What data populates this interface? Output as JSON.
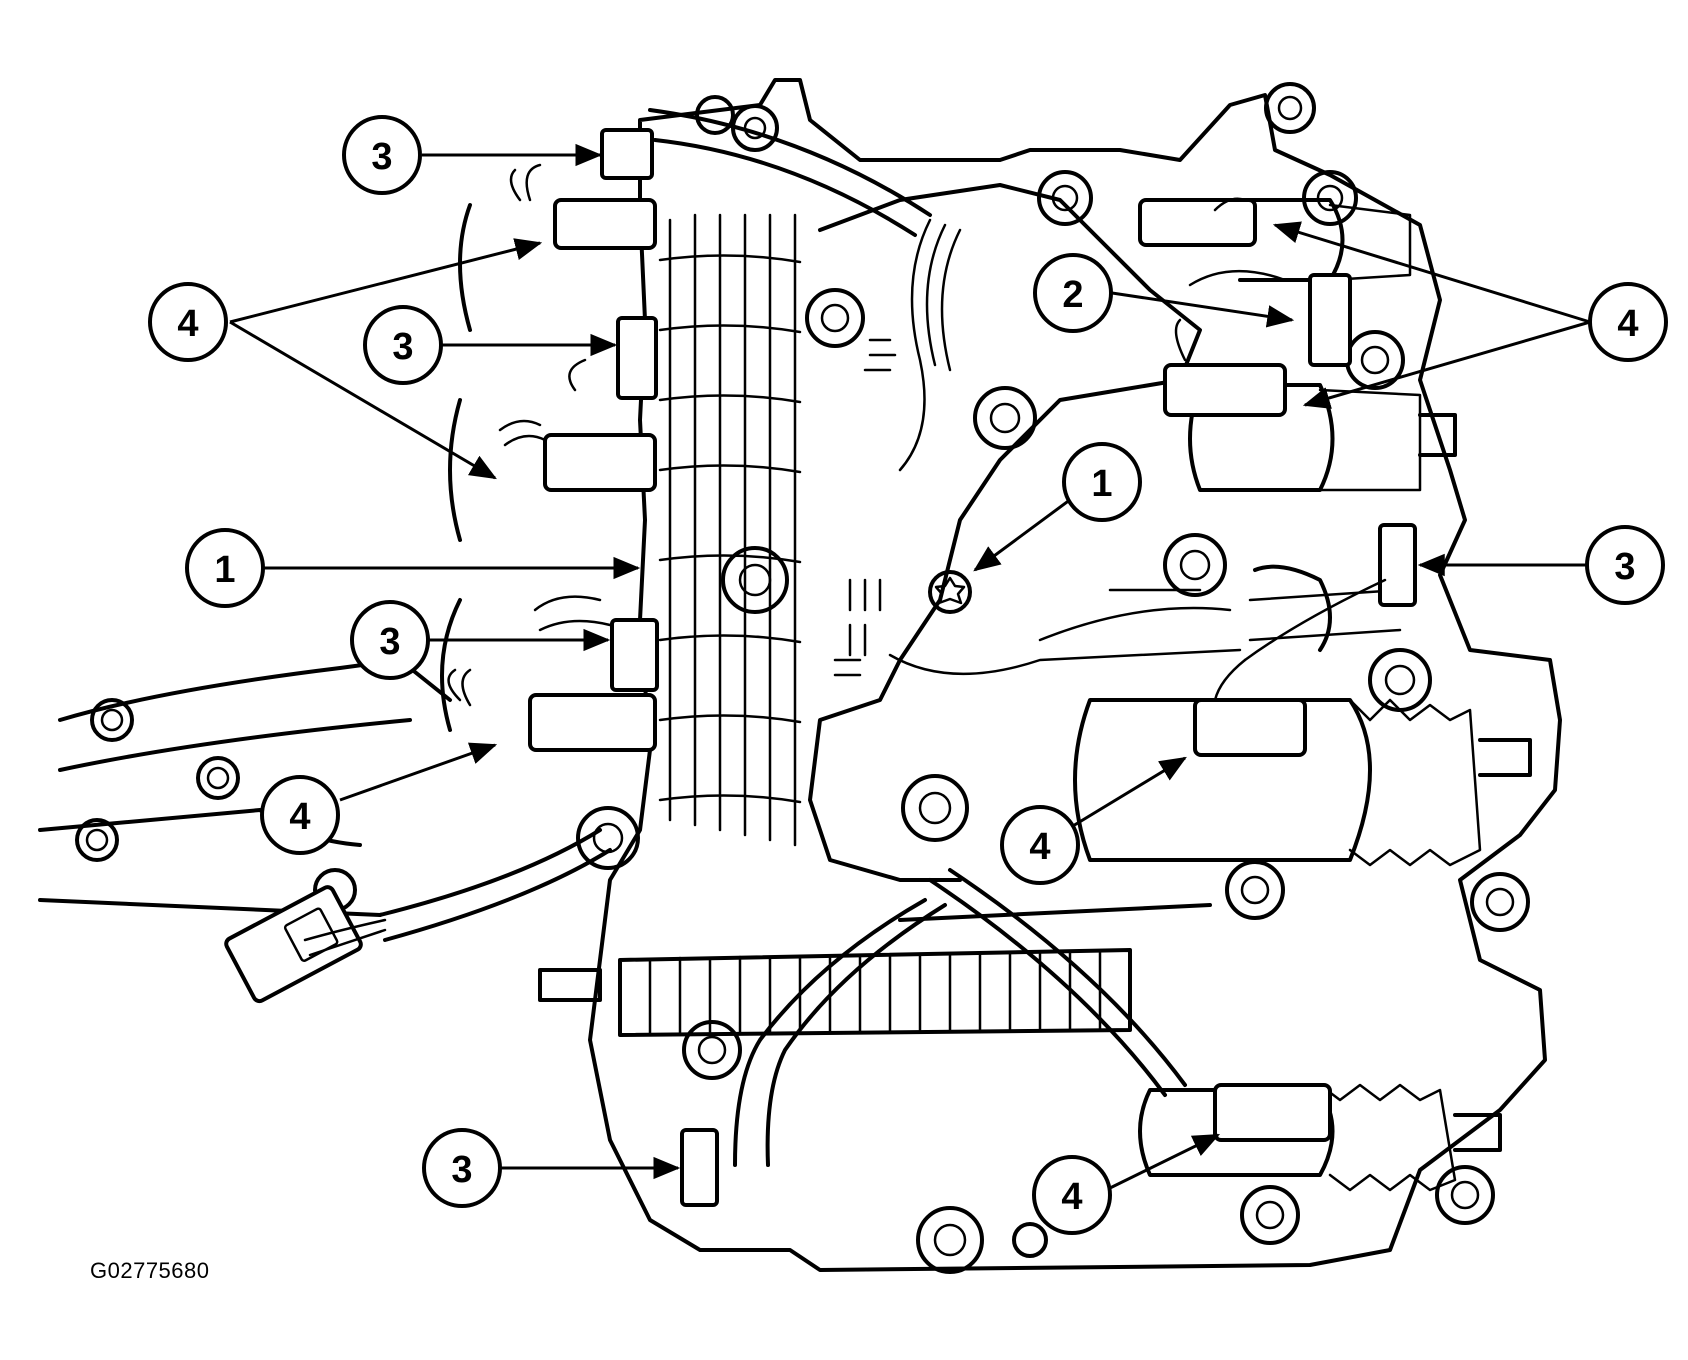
{
  "diagram": {
    "figure_code": "G02775680",
    "callouts": [
      {
        "id": "c1",
        "label": "3"
      },
      {
        "id": "c2",
        "label": "4"
      },
      {
        "id": "c3",
        "label": "3"
      },
      {
        "id": "c4",
        "label": "1"
      },
      {
        "id": "c5",
        "label": "3"
      },
      {
        "id": "c6",
        "label": "4"
      },
      {
        "id": "c7",
        "label": "3"
      },
      {
        "id": "c8",
        "label": "2"
      },
      {
        "id": "c9",
        "label": "4"
      },
      {
        "id": "c10",
        "label": "1"
      },
      {
        "id": "c11",
        "label": "3"
      },
      {
        "id": "c12",
        "label": "4"
      },
      {
        "id": "c13",
        "label": "4"
      }
    ]
  }
}
